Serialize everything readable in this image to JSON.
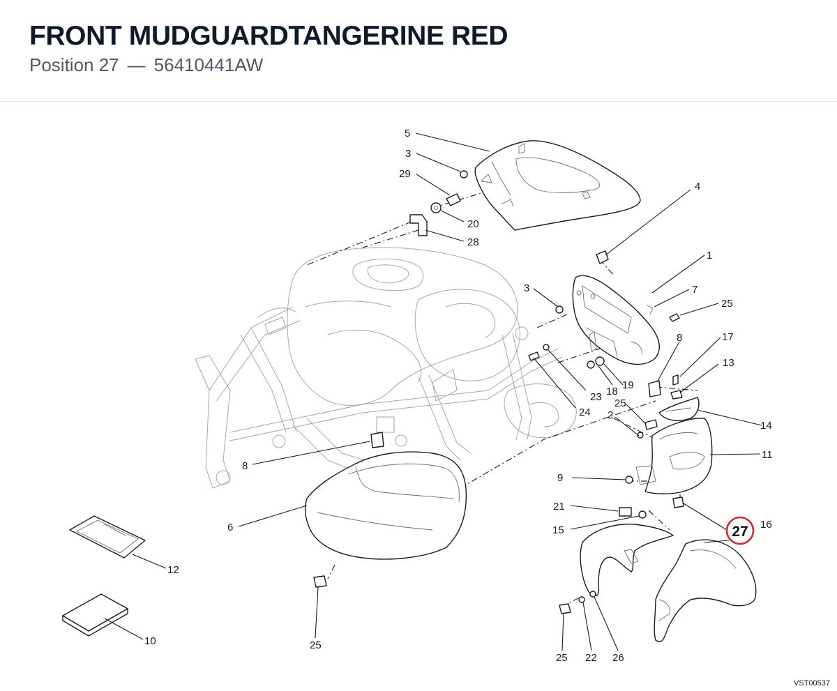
{
  "header": {
    "title": "FRONT MUDGUARDTANGERINE RED",
    "subtitle_position": "Position 27",
    "subtitle_separator": "—",
    "subtitle_part_number": "56410441AW"
  },
  "diagram": {
    "reference_code": "VST00537",
    "highlighted_callout": "27",
    "highlight_color": "#d42a2a",
    "callouts": [
      "5",
      "3",
      "29",
      "20",
      "28",
      "4",
      "1",
      "7",
      "25",
      "3",
      "17",
      "8",
      "13",
      "18",
      "19",
      "23",
      "24",
      "25",
      "14",
      "2",
      "11",
      "8",
      "9",
      "6",
      "21",
      "16",
      "15",
      "12",
      "10",
      "25",
      "25",
      "22",
      "26"
    ]
  }
}
